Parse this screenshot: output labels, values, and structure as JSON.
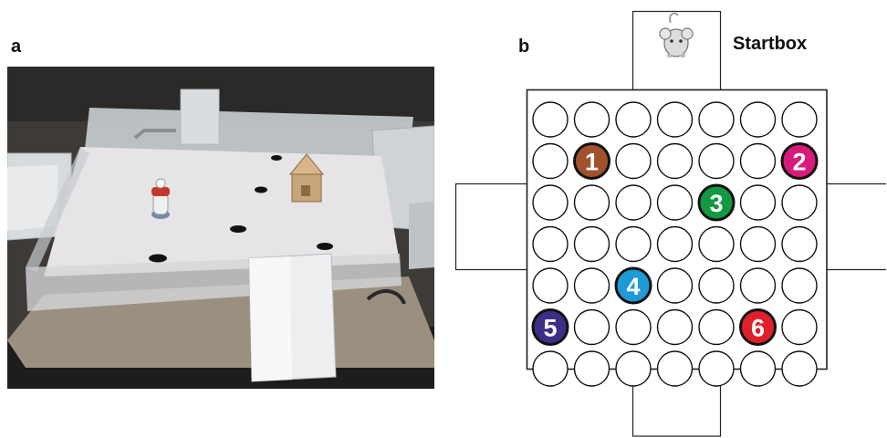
{
  "figure": {
    "panel_a": {
      "label": "a"
    },
    "panel_b": {
      "label": "b",
      "startbox_label": "Startbox",
      "grid": {
        "rows": 7,
        "cols": 7
      },
      "markers": [
        {
          "number": "1",
          "row": 1,
          "col": 1,
          "color": "#a0522d"
        },
        {
          "number": "2",
          "row": 1,
          "col": 6,
          "color": "#d81b7a"
        },
        {
          "number": "3",
          "row": 2,
          "col": 4,
          "color": "#119944"
        },
        {
          "number": "4",
          "row": 4,
          "col": 2,
          "color": "#1e9bd7"
        },
        {
          "number": "5",
          "row": 5,
          "col": 0,
          "color": "#3b3085"
        },
        {
          "number": "6",
          "row": 5,
          "col": 5,
          "color": "#e0202a"
        }
      ]
    }
  }
}
